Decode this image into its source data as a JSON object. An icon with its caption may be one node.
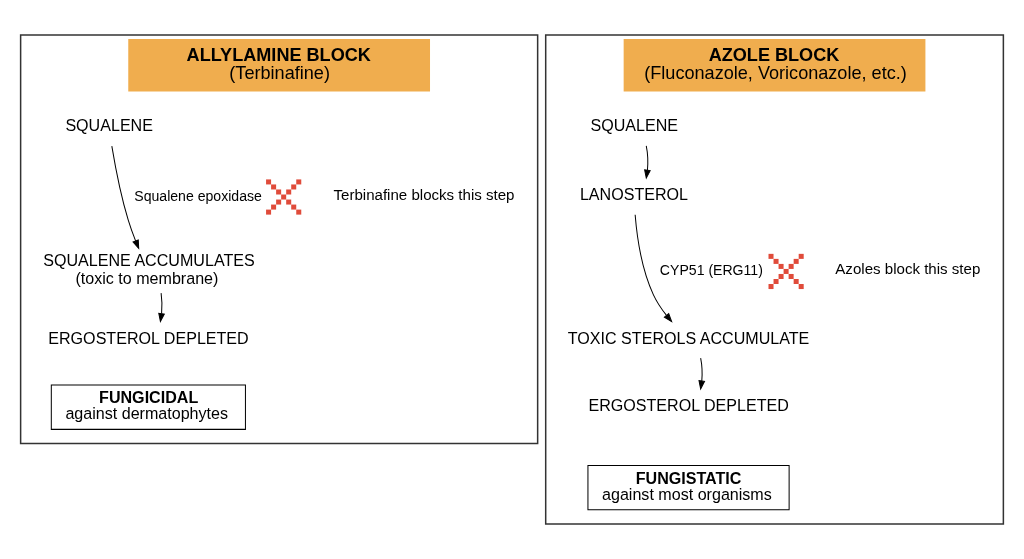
{
  "diagram": {
    "nodes": [
      {
        "text": [
          "ALLYLAMINE BLOCK",
          "(Terbinafine)"
        ]
      },
      {
        "text": [
          "SQUALENE"
        ],
        "in": 0
      },
      {
        "text": [
          "SQUALENE ACCUMULATES",
          "(toxic to membrane)"
        ],
        "in": 0
      },
      {
        "text": [
          "ERGOSTEROL DEPLETED"
        ],
        "in": 0
      },
      {
        "text": [
          "FUNGICIDAL",
          "against dermatophytes"
        ],
        "in": 0
      },
      {
        "text": [
          "AZOLE BLOCK",
          "(Fluconazole, Voriconazole, etc.)"
        ]
      },
      {
        "text": [
          "SQUALENE"
        ],
        "in": 5
      },
      {
        "text": [
          "LANOSTEROL"
        ],
        "in": 5
      },
      {
        "text": [
          "TOXIC STEROLS ACCUMULATE"
        ],
        "in": 5
      },
      {
        "text": [
          "ERGOSTEROL DEPLETED"
        ],
        "in": 5
      },
      {
        "text": [
          "FUNGISTATIC",
          "against most organisms"
        ],
        "in": 5
      }
    ],
    "edges": [
      {
        "from": 1,
        "to": 2,
        "arrow": "to",
        "label": "Squalene epoxidase"
      },
      {
        "from": 2,
        "to": 3,
        "arrow": "to"
      },
      {
        "from": 6,
        "to": 7,
        "arrow": "to"
      },
      {
        "from": 7,
        "to": 8,
        "arrow": "to",
        "label": "CYP51 (ERG11)"
      },
      {
        "from": 8,
        "to": 9,
        "arrow": "to"
      }
    ],
    "labels": [
      "Terbinafine blocks this step",
      "Azoles block this step"
    ]
  }
}
